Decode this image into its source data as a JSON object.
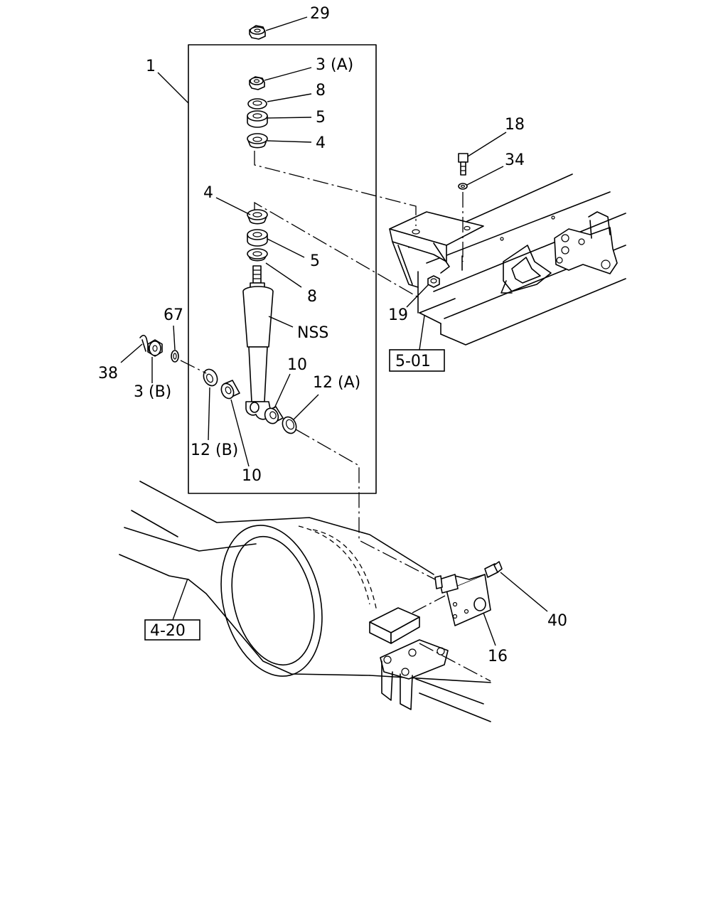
{
  "callouts": {
    "c29": "29",
    "c1": "1",
    "c3a": "3 (A)",
    "c8_top": "8",
    "c5_top": "5",
    "c4_top": "4",
    "c18": "18",
    "c34": "34",
    "c4_mid": "4",
    "c5_mid": "5",
    "c8_mid": "8",
    "c19": "19",
    "c67": "67",
    "nss": "NSS",
    "c38": "38",
    "c3b": "3 (B)",
    "c10_right": "10",
    "c12a": "12 (A)",
    "c12b": "12 (B)",
    "c10_bottom": "10",
    "c40": "40",
    "c16": "16"
  },
  "references": {
    "frame_ref": "5-01",
    "axle_ref": "4-20"
  }
}
